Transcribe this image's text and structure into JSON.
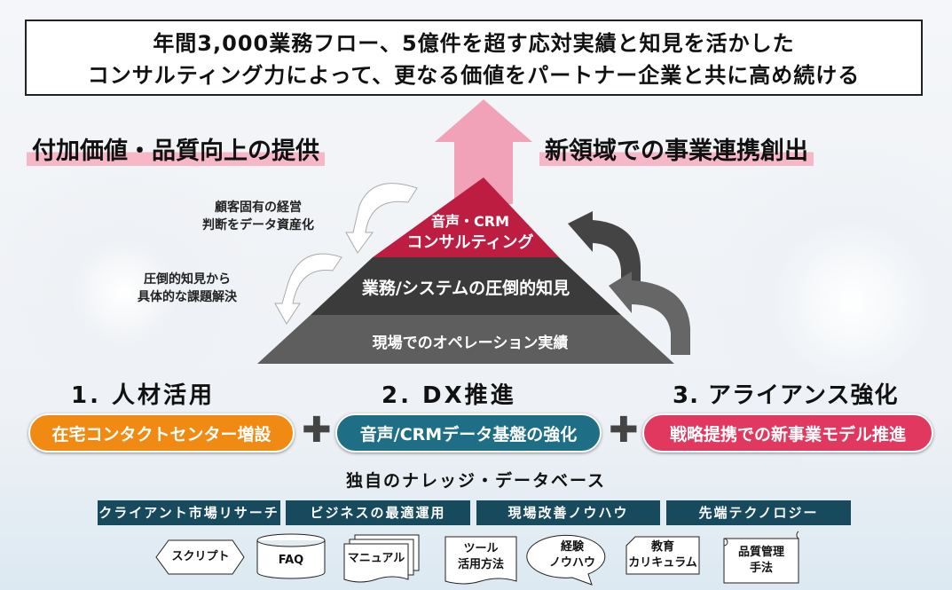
{
  "title": {
    "line1": "年間3,000業務フロー、5億件を超す応対実績と知見を活かした",
    "line2": "コンサルティング力によって、更なる価値をパートナー企業と共に高め続ける"
  },
  "left_band": "付加価値・品質向上の提供",
  "right_band": "新領域での事業連携創出",
  "pyramid": {
    "top_line1": "音声・CRM",
    "top_line2": "コンサルティング",
    "middle": "業務/システムの圧倒的知見",
    "bottom": "現場でのオペレーション実績"
  },
  "side_notes": {
    "upper_line1": "顧客固有の経営",
    "upper_line2": "判断をデータ資産化",
    "lower_line1": "圧倒的知見から",
    "lower_line2": "具体的な課題解決"
  },
  "pillars": [
    {
      "heading": "1. 人材活用",
      "label": "在宅コンタクトセンター増設",
      "color": "#f08a12"
    },
    {
      "heading": "2. DX推進",
      "label": "音声/CRMデータ基盤の強化",
      "color": "#1e6f86"
    },
    {
      "heading": "3. アライアンス強化",
      "label": "戦略提携での新事業モデル推進",
      "color": "#e0385f"
    }
  ],
  "plus": "✚",
  "knowledge": {
    "title": "独自のナレッジ・データベース",
    "categories": [
      "クライアント市場リサーチ",
      "ビジネスの最適運用",
      "現場改善ノウハウ",
      "先端テクノロジー"
    ],
    "items": [
      {
        "l1": "スクリプト",
        "l2": ""
      },
      {
        "l1": "FAQ",
        "l2": ""
      },
      {
        "l1": "マニュアル",
        "l2": ""
      },
      {
        "l1": "ツール",
        "l2": "活用方法"
      },
      {
        "l1": "経験",
        "l2": "ノウハウ"
      },
      {
        "l1": "教育",
        "l2": "カリキュラム"
      },
      {
        "l1": "品質管理",
        "l2": "手法"
      }
    ]
  }
}
